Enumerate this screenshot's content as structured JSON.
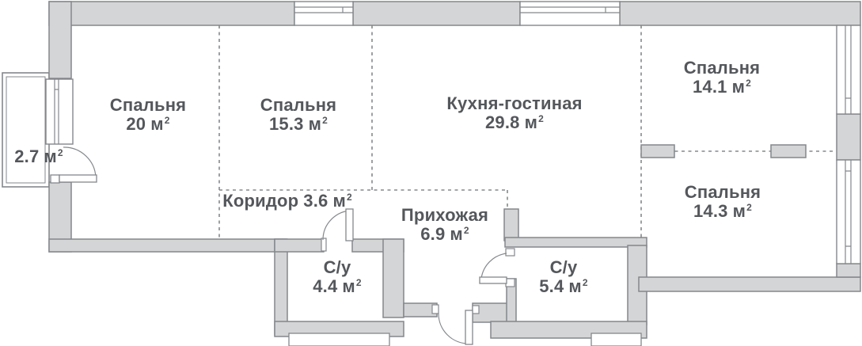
{
  "plan": {
    "unit": "м",
    "sup": "2",
    "rooms": {
      "bedroom1": {
        "name": "Спальня",
        "area": "20"
      },
      "bedroom2": {
        "name": "Спальня",
        "area": "15.3"
      },
      "kitchen_living": {
        "name": "Кухня-гостиная",
        "area": "29.8"
      },
      "bedroom3": {
        "name": "Спальня",
        "area": "14.1"
      },
      "bedroom4": {
        "name": "Спальня",
        "area": "14.3"
      },
      "corridor": {
        "name": "Коридор",
        "area": "3.6"
      },
      "hallway": {
        "name": "Прихожая",
        "area": "6.9"
      },
      "bathroom1": {
        "name": "С/у",
        "area": "4.4"
      },
      "bathroom2": {
        "name": "С/у",
        "area": "5.4"
      },
      "balcony": {
        "area": "2.7"
      }
    },
    "colors": {
      "wall_fill": "#d4d5d6",
      "wall_stroke": "#84878b",
      "dashed_line": "#85888c",
      "text": "#54575b",
      "background": "#ffffff"
    }
  }
}
